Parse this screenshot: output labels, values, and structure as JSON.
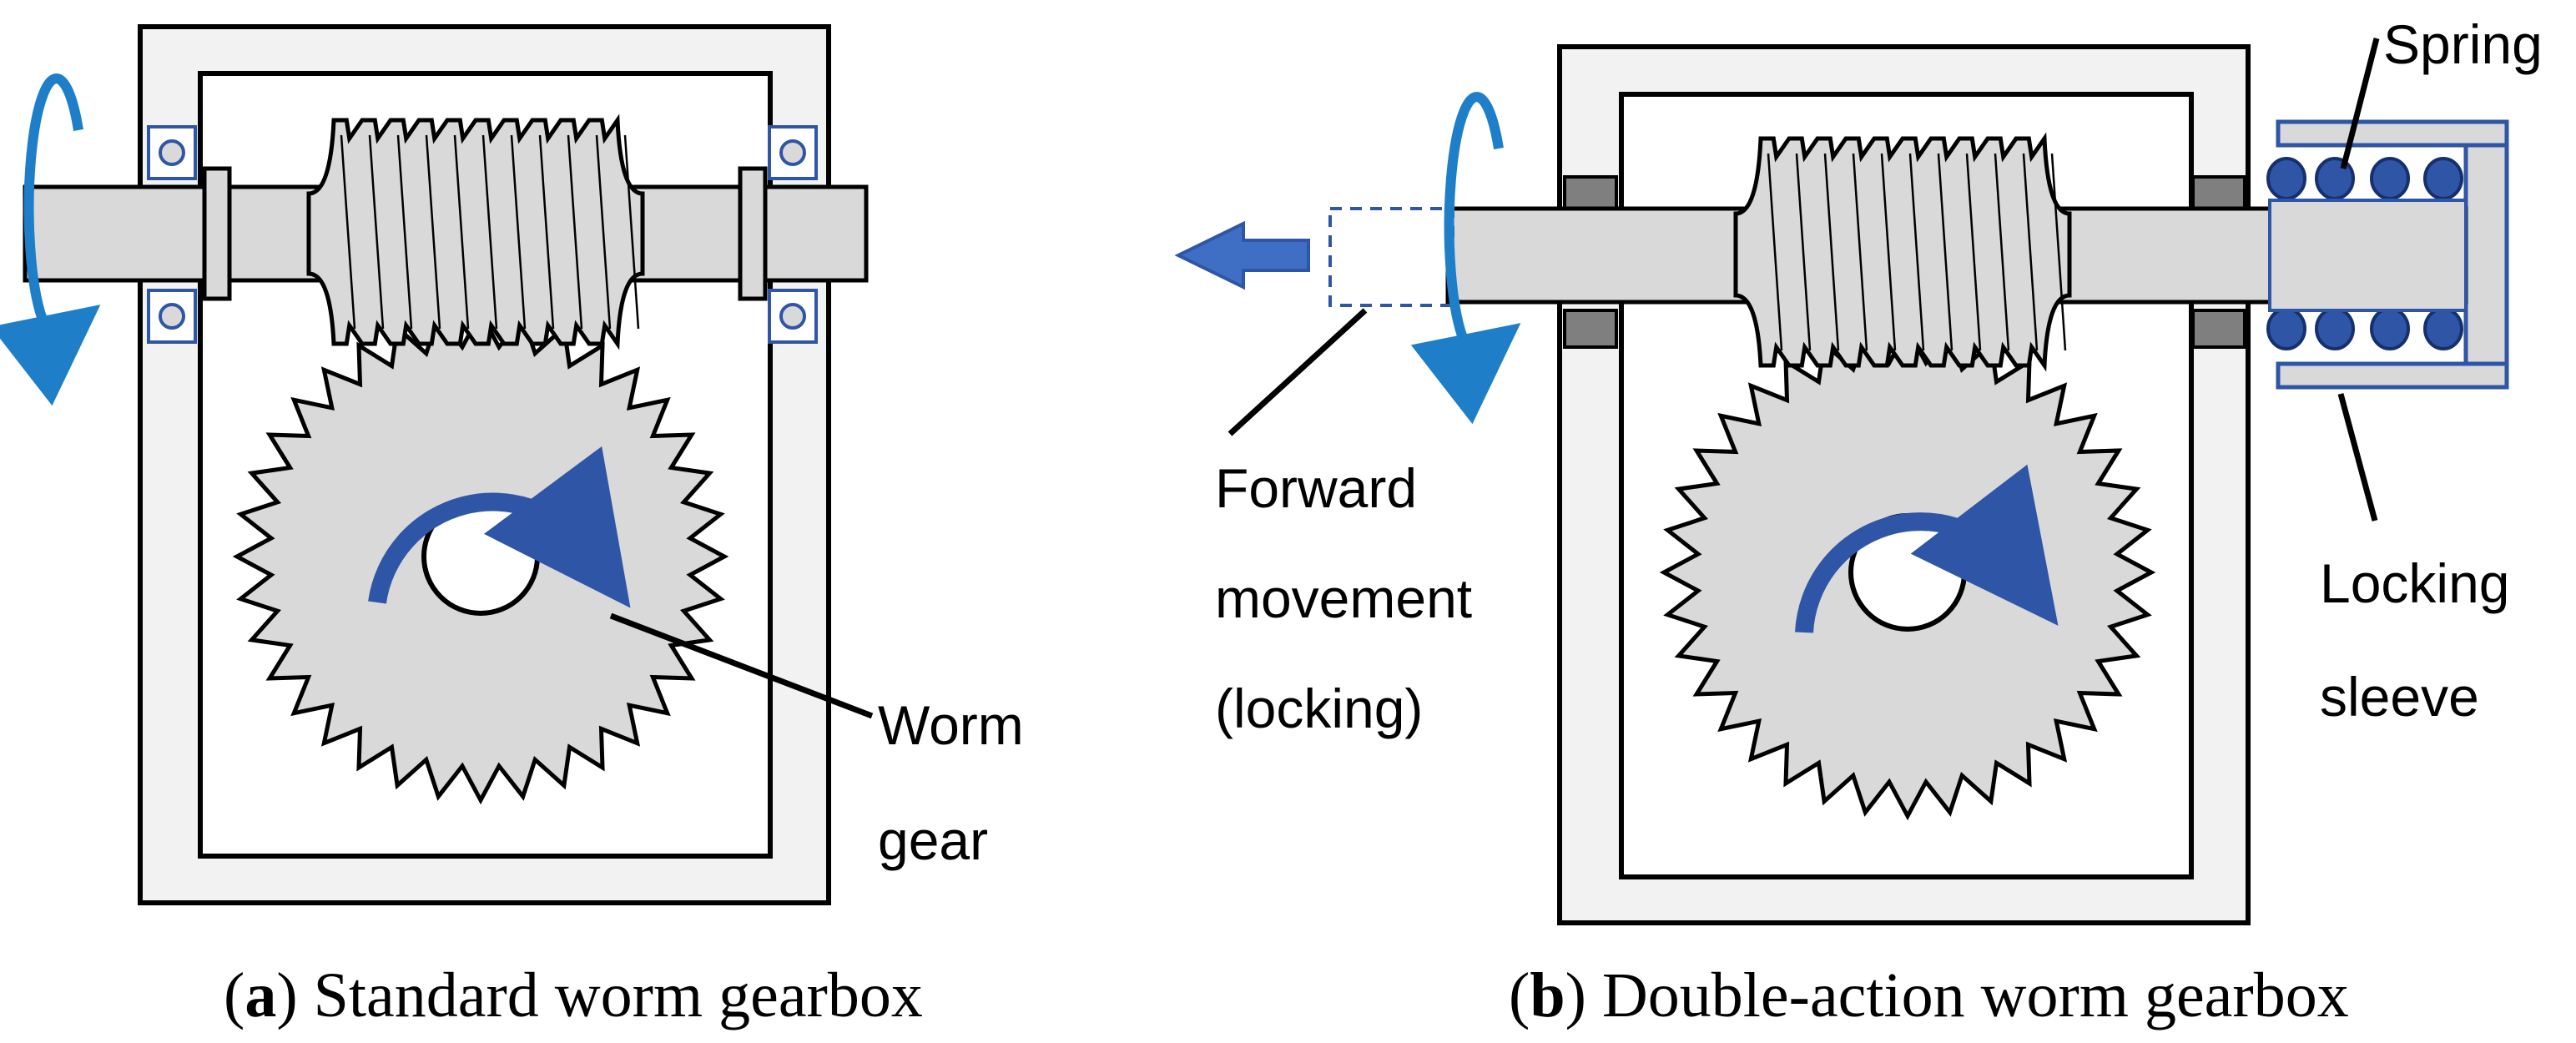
{
  "colors": {
    "housing_fill": "#f2f2f2",
    "part_fill": "#d9d9d9",
    "outline": "#000000",
    "arrow_blue": "#1e7fc8",
    "arrow_dark_blue": "#2f55a6",
    "spring_blue": "#2f55a6",
    "bearing_blue": "#2f55a6",
    "seal_fill": "#7f7f7f"
  },
  "icons": {
    "rotation": "circular-arrow-icon",
    "gear_rotation": "curved-arrow-icon",
    "movement": "left-arrow-icon"
  },
  "panel_a": {
    "caption_letter": "a",
    "caption_open": "(",
    "caption_close": ")",
    "caption_text": " Standard worm gearbox",
    "worm_gear_label_line1": "Worm",
    "worm_gear_label_line2": "gear"
  },
  "panel_b": {
    "caption_letter": "b",
    "caption_open": "(",
    "caption_close": ")",
    "caption_text": " Double-action worm gearbox",
    "spring_label": "Spring",
    "locking_sleeve_line1": "Locking",
    "locking_sleeve_line2": "sleeve",
    "forward_line1": "Forward",
    "forward_line2": "movement",
    "forward_line3": "(locking)"
  }
}
